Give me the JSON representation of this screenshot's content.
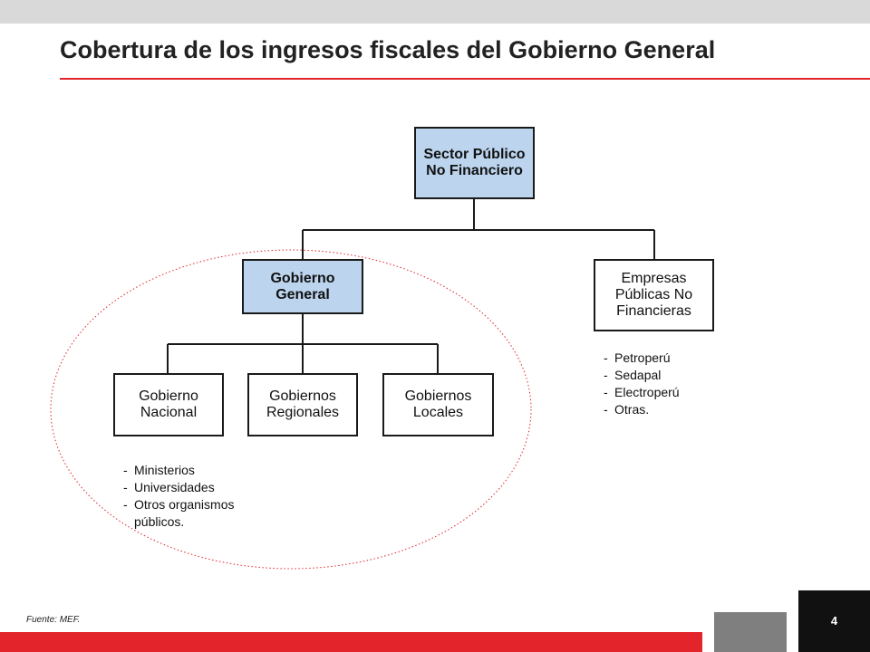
{
  "slide": {
    "title": "Cobertura de los ingresos fiscales del Gobierno General",
    "source": "Fuente: MEF.",
    "page_number": "4"
  },
  "colors": {
    "accent_red": "#e3242b",
    "box_fill_blue": "#bcd4ee",
    "top_band_gray": "#d9d9d9",
    "bottom_gray": "#7f7f7f",
    "page_box_black": "#111111"
  },
  "diagram": {
    "nodes": {
      "spfn": "Sector Público\nNo Financiero",
      "gobierno_general": "Gobierno\nGeneral",
      "empresas": "Empresas\nPúblicas No\nFinancieras",
      "gobierno_nacional": "Gobierno\nNacional",
      "gobiernos_regionales": "Gobiernos\nRegionales",
      "gobiernos_locales": "Gobiernos\nLocales"
    },
    "gobierno_nacional_list": [
      "Ministerios",
      "Universidades",
      "Otros organismos públicos."
    ],
    "empresas_list": [
      "Petroperú",
      "Sedapal",
      "Electroperú",
      "Otras."
    ]
  }
}
